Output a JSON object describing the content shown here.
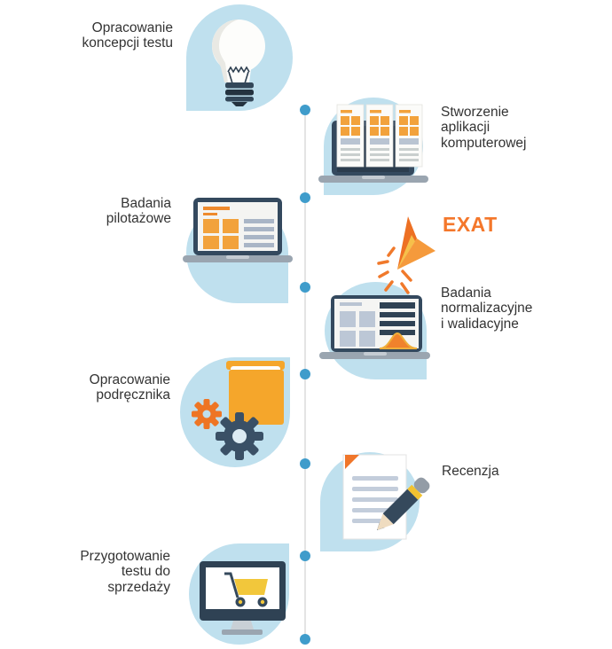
{
  "title": "Etapy opracowania testu (infografika)",
  "colors": {
    "bubble": "#bfe0ee",
    "timeline_dot": "#3f9ccb",
    "timeline_line": "#e4e4e4",
    "navy": "#34495e",
    "navy_dark": "#2f4254",
    "base_gray": "#9aa5b0",
    "orange_ui": "#f2a23c",
    "orange_deep": "#ee7524",
    "accent_badge": "#f4772b",
    "yellow": "#f2c73b",
    "book_orange": "#f5a62b",
    "blue_gray_lines": "#a9b5c6",
    "text": "#333333"
  },
  "timeline": {
    "dot_count": 7,
    "dot_y": [
      124,
      223,
      324,
      422,
      523,
      627,
      721
    ]
  },
  "stages": [
    {
      "label": "Opracowanie\nkoncepcji testu",
      "icon": "lightbulb-icon",
      "side": "left"
    },
    {
      "label": "Stworzenie\naplikacji\nkomputerowej",
      "icon": "laptop-app-cards-icon",
      "side": "right"
    },
    {
      "label": "Badania\npilotażowe",
      "icon": "laptop-dashboard-icon",
      "side": "left"
    },
    {
      "label": "Badania\nnormalizacyjne\ni walidacyjne",
      "badge": "EXAT",
      "icon": "laptop-distribution-chart-icon",
      "side": "right"
    },
    {
      "label": "Opracowanie\npodręcznika",
      "icon": "book-gears-icon",
      "side": "left"
    },
    {
      "label": "Recenzja",
      "icon": "document-pencil-icon",
      "side": "right"
    },
    {
      "label": "Przygotowanie\ntestu do\nsprzedaży",
      "icon": "monitor-shopping-cart-icon",
      "side": "left"
    }
  ]
}
